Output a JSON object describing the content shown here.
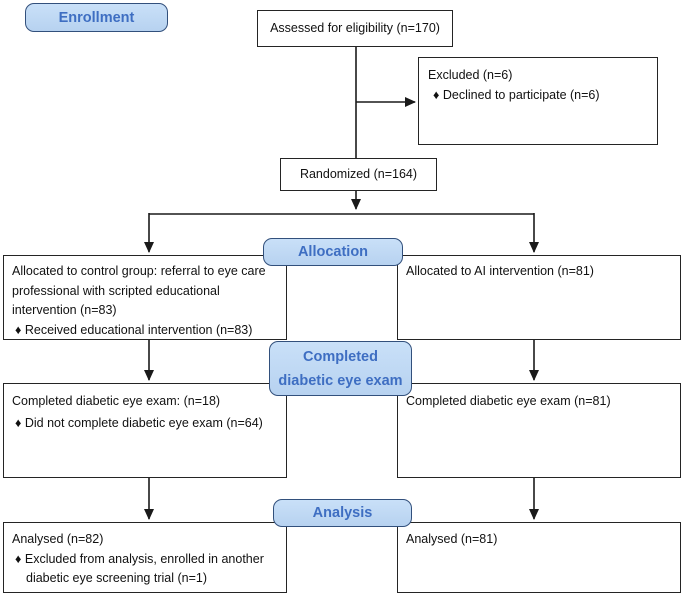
{
  "badges": {
    "enrollment": "Enrollment",
    "allocation": "Allocation",
    "completed_exam_line1": "Completed",
    "completed_exam_line2": "diabetic eye exam",
    "analysis": "Analysis"
  },
  "boxes": {
    "assessed": {
      "text": "Assessed for eligibility (n=170)"
    },
    "excluded": {
      "lines": [
        "Excluded (n=6)",
        "♦  Declined to participate (n=6)"
      ]
    },
    "randomized": {
      "text": "Randomized (n=164)"
    },
    "allocated_control": {
      "lines": [
        "Allocated to control group: referral to eye care",
        "professional with scripted educational",
        "intervention (n=83)",
        "♦ Received educational intervention (n=83)"
      ]
    },
    "allocated_ai": {
      "text": "Allocated to AI intervention (n=81)"
    },
    "exam_control": {
      "lines": [
        "Completed diabetic eye exam: (n=18)",
        "♦ Did not complete diabetic eye exam (n=64)"
      ]
    },
    "exam_ai": {
      "text": "Completed diabetic eye exam (n=81)"
    },
    "analysed_control": {
      "lines": [
        "Analysed (n=82)",
        "♦ Excluded from analysis, enrolled in another",
        "diabetic eye screening trial (n=1)"
      ]
    },
    "analysed_ai": {
      "text": "Analysed (n=81)"
    }
  },
  "colors": {
    "badge_fill": "#BDD7F2",
    "badge_border": "#32507C",
    "badge_text": "#3E6EC2",
    "box_border": "#242424",
    "arrow_line": "#1A1A1A",
    "background": "#FFFFFF"
  }
}
